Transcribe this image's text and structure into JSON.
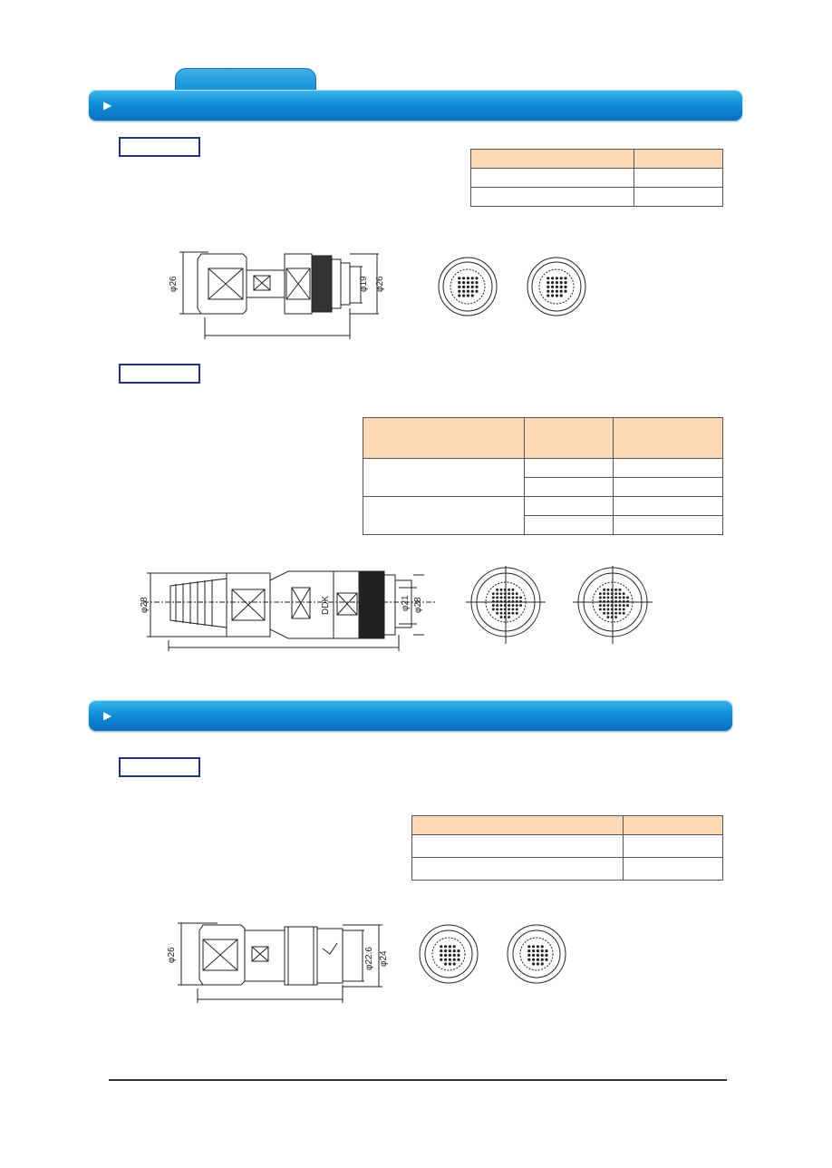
{
  "drawings": {
    "d1": {
      "outer_dia": "φ26",
      "inner_dia1": "φ19",
      "inner_dia2": "φ26"
    },
    "d2": {
      "outer_dia": "φ28",
      "inner_dia1": "φ21",
      "inner_dia2": "φ28",
      "maker_mark": "DDK"
    },
    "d3": {
      "outer_dia": "φ26",
      "inner_dia1": "φ22.6",
      "inner_dia2": "φ24"
    }
  }
}
